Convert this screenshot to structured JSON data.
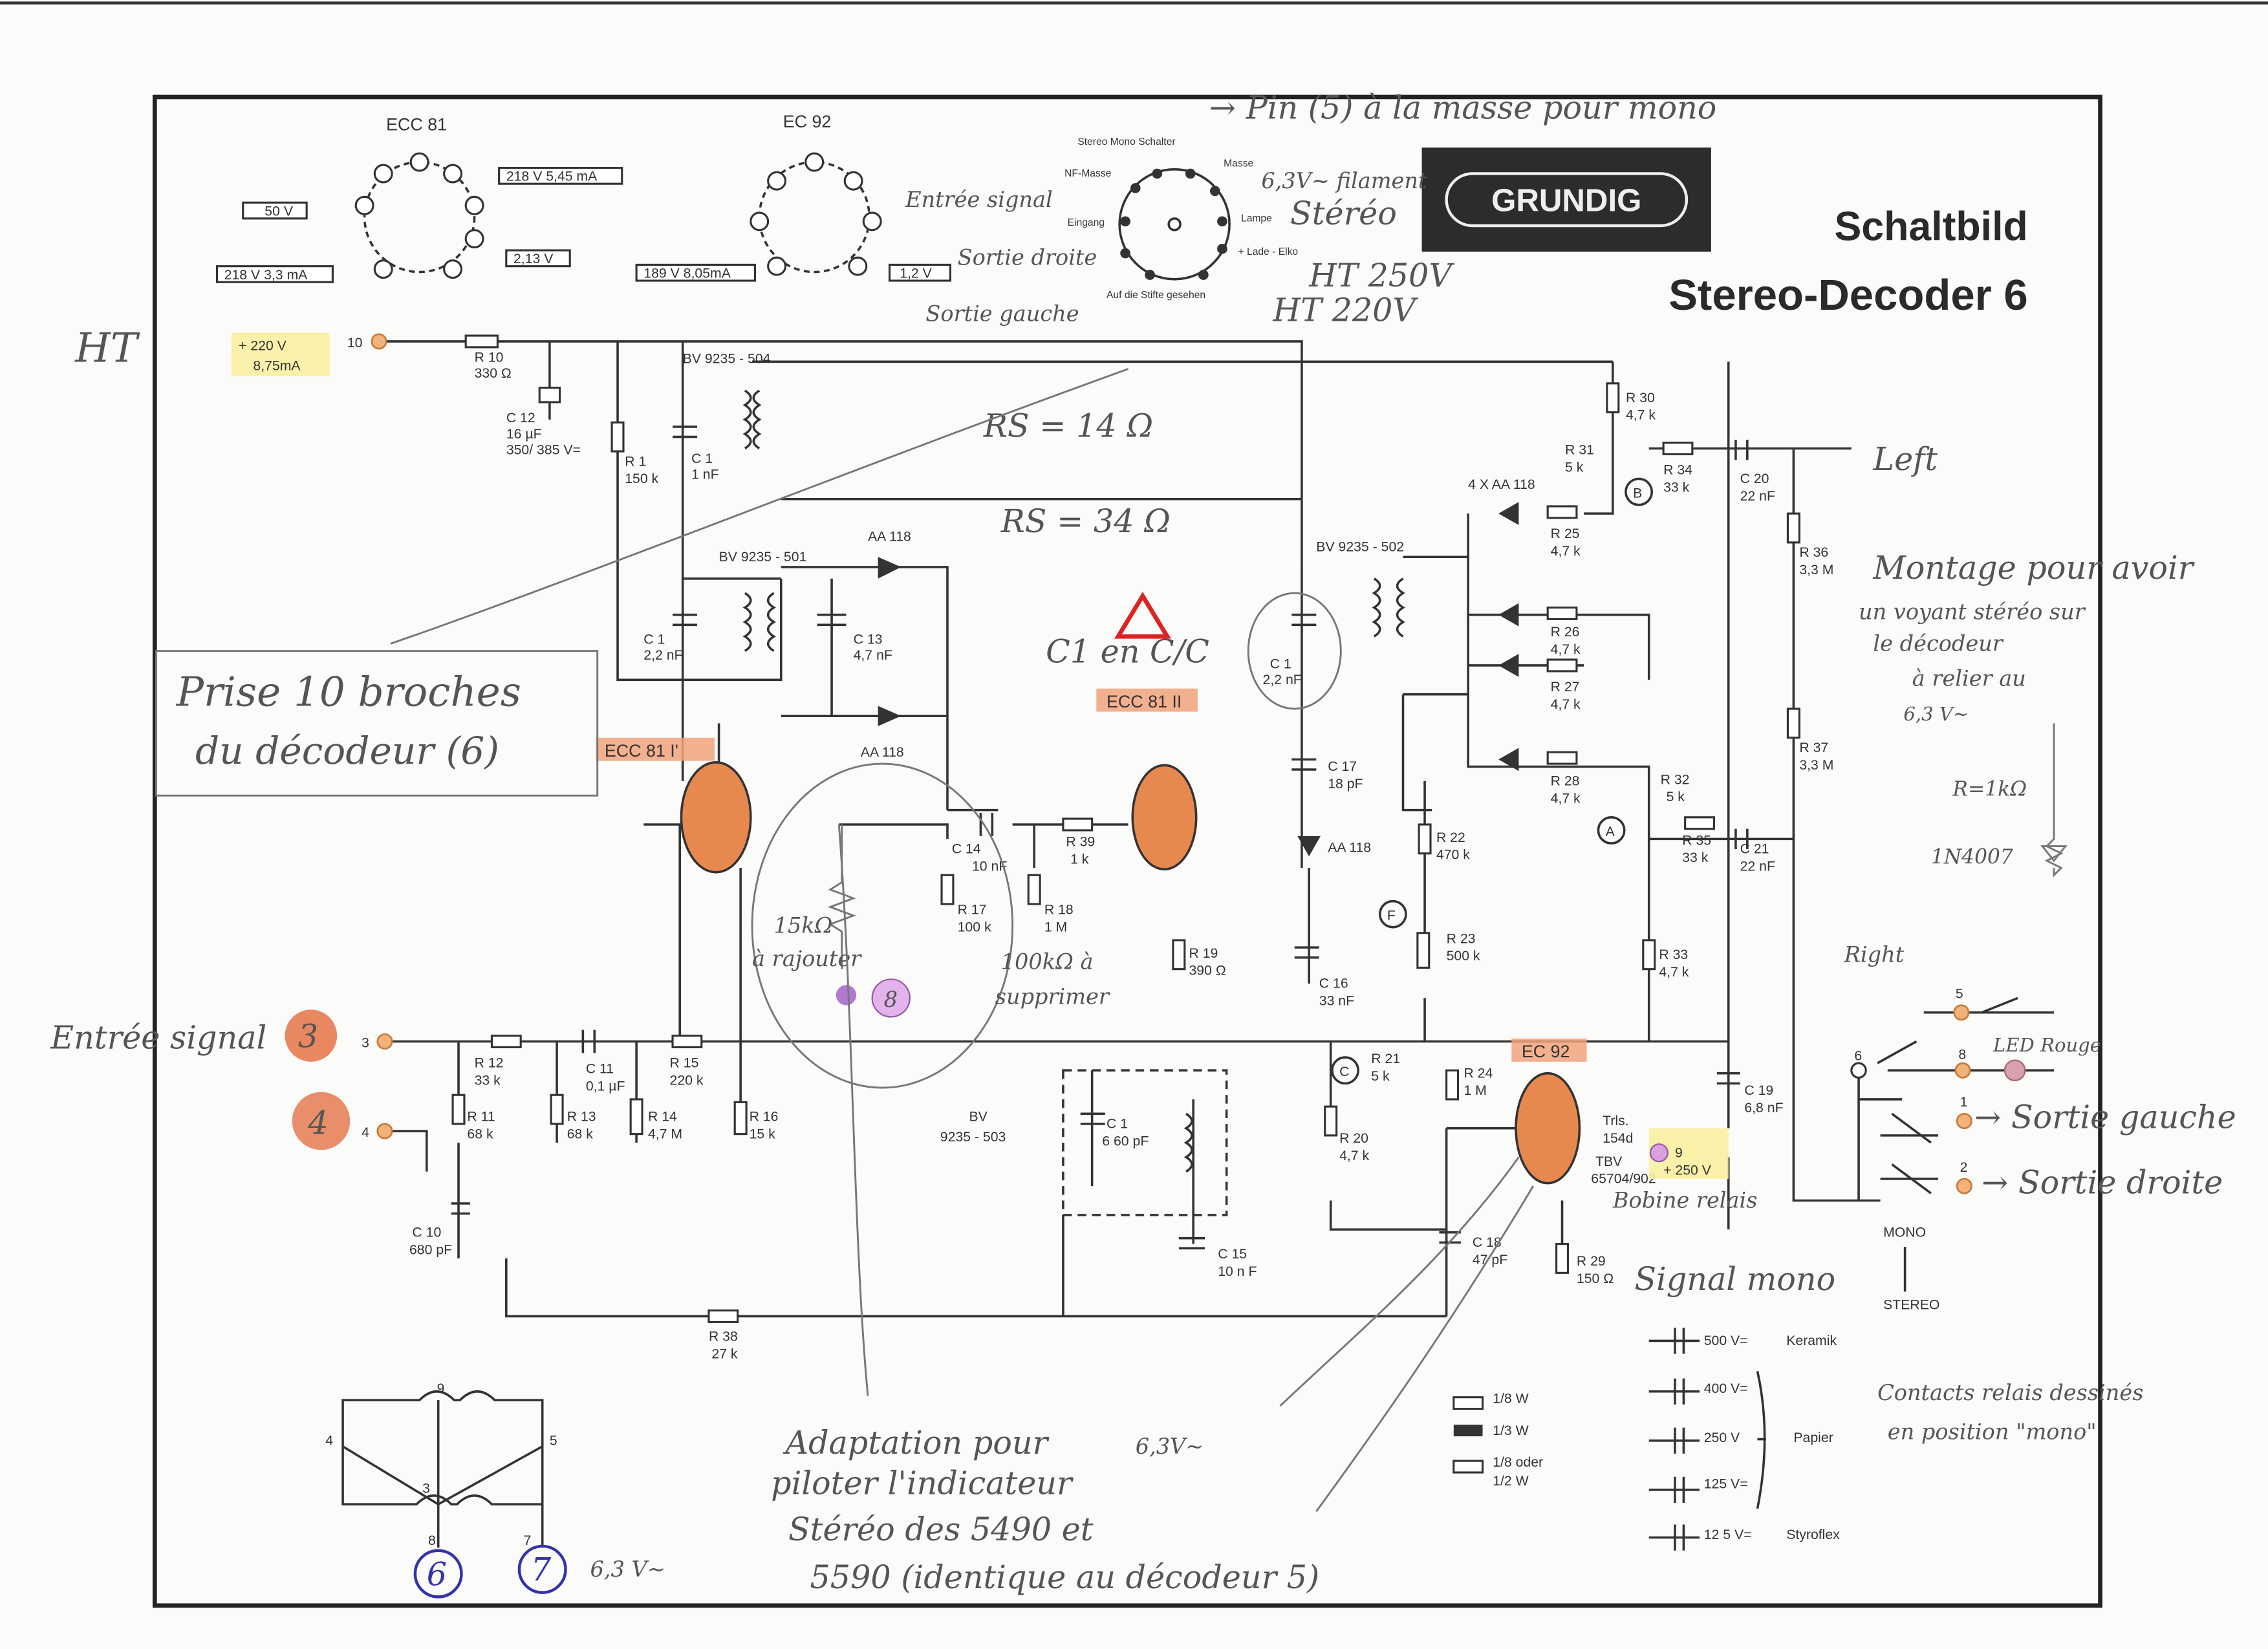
{
  "title": {
    "line1": "Schaltbild",
    "line2": "Stereo-Decoder 6",
    "brand": "GRUNDIG"
  },
  "tubes": {
    "ecc81_pinout": {
      "name": "ECC 81",
      "v_top": "218 V  5,45 mA",
      "v_left": "50 V",
      "v_bottom_left": "218 V  3,3 mA",
      "v_right": "2,13 V"
    },
    "ec92_pinout": {
      "name": "EC 92",
      "v_bottom_left": "189 V  8,05mA",
      "v_right": "1,2 V"
    },
    "ecc81_1": "ECC 81 I'",
    "ecc81_2": "ECC 81 II",
    "ec92": "EC 92"
  },
  "connector": {
    "switch": "Stereo Mono Schalter",
    "nf_masse": "NF-Masse",
    "eingang": "Eingang",
    "masse": "Masse",
    "lampe": "Lampe",
    "lade": "+ Lade - Elko",
    "view": "Auf die Stifte gesehen"
  },
  "supply": {
    "voltage": "+ 220 V",
    "current": "8,75mA",
    "pin": "10"
  },
  "components": {
    "R10": [
      "R 10",
      "330 Ω"
    ],
    "C12": [
      "C 12",
      "16 µF",
      "350/ 385 V="
    ],
    "BV504": [
      "BV 9235 - 504"
    ],
    "R1": [
      "R 1",
      "150 k"
    ],
    "C1a": [
      "C 1",
      "1 nF"
    ],
    "BV501": [
      "BV 9235 - 501"
    ],
    "C1b": [
      "C 1",
      "2,2 nF"
    ],
    "C13": [
      "C 13",
      "4,7 nF"
    ],
    "D1": [
      "AA 118"
    ],
    "D2": [
      "AA 118"
    ],
    "C14": [
      "C 14",
      "10 nF"
    ],
    "R17": [
      "R 17",
      "100 k"
    ],
    "R18": [
      "R 18",
      "1 M"
    ],
    "R39": [
      "R 39",
      "1 k"
    ],
    "R19": [
      "R 19",
      "390 Ω"
    ],
    "C16": [
      "C 16",
      "33 nF"
    ],
    "BV502": [
      "BV 9235 - 502"
    ],
    "C1c": [
      "C 1",
      "2,2 nF"
    ],
    "C17": [
      "C 17",
      "18 pF"
    ],
    "D3": [
      "AA 118"
    ],
    "D4": [
      "4 X  AA 118"
    ],
    "R25": [
      "R 25",
      "4,7 k"
    ],
    "R26": [
      "R 26",
      "4,7 k"
    ],
    "R27": [
      "R 27",
      "4,7 k"
    ],
    "R28": [
      "R 28",
      "4,7 k"
    ],
    "R30": [
      "R 30",
      "4,7 k"
    ],
    "R31": [
      "R 31",
      "5 k"
    ],
    "R34": [
      "R 34",
      "33 k"
    ],
    "C20": [
      "C 20",
      "22 nF"
    ],
    "R36": [
      "R 36",
      "3,3 M"
    ],
    "R37": [
      "R 37",
      "3,3 M"
    ],
    "R32": [
      "R 32",
      "5 k"
    ],
    "R35": [
      "R 35",
      "33 k"
    ],
    "C21": [
      "C 21",
      "22 nF"
    ],
    "R22": [
      "R 22",
      "470 k"
    ],
    "R23": [
      "R 23",
      "500 k"
    ],
    "R33": [
      "R 33",
      "4,7 k"
    ],
    "R21": [
      "R 21",
      "5 k"
    ],
    "R24": [
      "R 24",
      "1 M"
    ],
    "R20": [
      "R 20",
      "4,7 k"
    ],
    "C19": [
      "C 19",
      "6,8 nF"
    ],
    "C18": [
      "C 18",
      "47 pF"
    ],
    "R29": [
      "R 29",
      "150 Ω"
    ],
    "R12": [
      "R 12",
      "33 k"
    ],
    "C11": [
      "C 11",
      "0,1 µF"
    ],
    "R15": [
      "R 15",
      "220 k"
    ],
    "R11": [
      "R 11",
      "68 k"
    ],
    "R13": [
      "R 13",
      "68 k"
    ],
    "R14": [
      "R 14",
      "4,7 M"
    ],
    "R16": [
      "R 16",
      "15 k"
    ],
    "C10": [
      "C 10",
      "680 pF"
    ],
    "BV503": [
      "BV",
      "9235 - 503"
    ],
    "C1d": [
      "C 1",
      "6 60 pF"
    ],
    "C15": [
      "C 15",
      "10 n F"
    ],
    "R38": [
      "R 38",
      "27 k"
    ],
    "Rel": [
      "Trls.",
      "154d",
      "TBV",
      "65704/902"
    ],
    "relay_pin": "9",
    "relay_v": "+ 250 V"
  },
  "markers": {
    "A": "A",
    "B": "B",
    "C": "C",
    "F": "F"
  },
  "pins": {
    "p3": "3",
    "p4": "4",
    "p1": "1",
    "p2": "2",
    "p5": "5",
    "p6": "6",
    "p8": "8",
    "p9": "9",
    "p7": "7",
    "p4b": "4",
    "p5b": "5",
    "p3b": "3"
  },
  "switch": {
    "mono": "MONO",
    "stereo": "STEREO"
  },
  "legend": {
    "c500": "500 V=",
    "keramik": "Keramik",
    "c400": "400 V=",
    "c250": "250 V",
    "c125": "125 V=",
    "papier": "Papier",
    "c125s": "12 5 V=",
    "styroflex": "Styroflex",
    "r18w": "1/8 W",
    "r13w": "1/3 W",
    "r18o": "1/8  oder",
    "r12w": "1/2 W"
  },
  "notes": {
    "pin5": "→ Pin (5) à la masse pour mono",
    "filament": "6,3V~ filament",
    "stereo": "Stéréo",
    "entree": "Entrée signal",
    "sortie_droite": "Sortie droite",
    "sortie_gauche": "Sortie gauche",
    "ht250": "HT 250V",
    "ht220": "HT 220V",
    "ht": "HT",
    "rs14": "RS = 14 Ω",
    "rs34": "RS = 34 Ω",
    "c1cc": "C1 en C/C",
    "prise1": "Prise 10 broches",
    "prise2": "du décodeur (6)",
    "left": "Left",
    "right": "Right",
    "montage1": "Montage pour avoir",
    "montage2": "un voyant stéréo sur",
    "montage3": "le décodeur",
    "relier": "à relier au",
    "v63": "6,3 V~",
    "r1k": "R=1kΩ",
    "diode": "1N4007",
    "led": "LED Rouge",
    "sortie_g": "→ Sortie gauche",
    "sortie_d": "→ Sortie droite",
    "r15k1": "15kΩ",
    "r15k2": "à rajouter",
    "r100k1": "100kΩ à",
    "r100k2": "supprimer",
    "pin8": "8",
    "entree_sig": "Entrée signal",
    "pin3": "3",
    "pin4": "4",
    "bobine": "Bobine relais",
    "signal_mono": "Signal mono",
    "contacts1": "Contacts relais dessinés",
    "contacts2": "en position \"mono\"",
    "adapt1": "Adaptation pour",
    "adapt2": "piloter l'indicateur",
    "adapt3": "Stéréo des 5490 et",
    "adapt4": "5590 (identique au décodeur 5)",
    "v63b": "6,3V~",
    "pin6": "6",
    "pin7": "7",
    "v63c": "6,3 V~"
  },
  "colors": {
    "tube": "#e7894f",
    "highlight": "#f8f0a0",
    "pin": "#f3b27a",
    "purple": "#c98ad6",
    "warning": "#d22"
  }
}
